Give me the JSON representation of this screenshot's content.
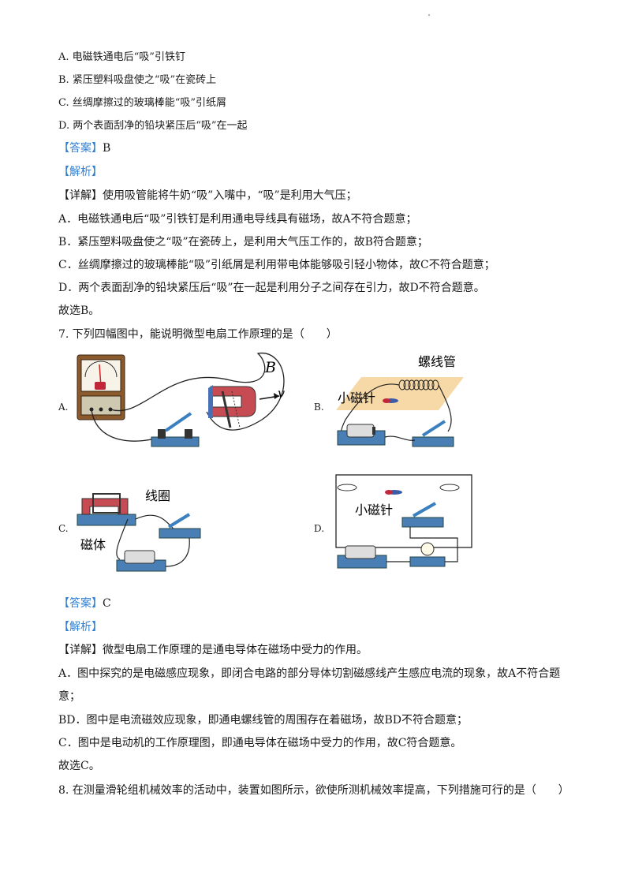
{
  "q6_options": [
    "A.  电磁铁通电后“吸”引铁钉",
    "B.  紧压塑料吸盘使之“吸”在瓷砖上",
    "C.  丝绸摩擦过的玻璃棒能“吸”引纸屑",
    "D.  两个表面刮净的铅块紧压后“吸”在一起"
  ],
  "q6_answer_tag": "【答案】",
  "q6_answer": "B",
  "q6_analysis_tag": "【解析】",
  "q6_detail_tag": "【详解】",
  "q6_detail": "使用吸管能将牛奶“吸”入嘴中，“吸”是利用大气压；",
  "q6_explain": [
    "A．电磁铁通电后“吸”引铁钉是利用通电导线具有磁场，故A不符合题意；",
    "B．紧压塑料吸盘使之“吸”在瓷砖上，是利用大气压工作的，故B符合题意；",
    "C．丝绸摩擦过的玻璃棒能“吸”引纸屑是利用带电体能够吸引轻小物体，故C不符合题意；",
    "D．两个表面刮净的铅块紧压后“吸”在一起是利用分子之间存在引力，故D不符合题意。"
  ],
  "q6_choose": "故选B。",
  "q7_stem": "7. 下列四幅图中，能说明微型电扇工作原理的是（　　）",
  "fig_labels": {
    "A": "A.",
    "B": "B.",
    "C": "C.",
    "D": "D."
  },
  "fig_text": {
    "A_B": "B",
    "A_v": "v",
    "B_solenoid": "螺线管",
    "B_needle": "小磁针",
    "C_coil": "线圈",
    "C_magnet": "磁体",
    "D_needle": "小磁针"
  },
  "q7_answer_tag": "【答案】",
  "q7_answer": "C",
  "q7_analysis_tag": "【解析】",
  "q7_detail_tag": "【详解】",
  "q7_detail": "微型电扇工作原理的是通电导体在磁场中受力的作用。",
  "q7_explain_a1": "A．图中探究的是电磁感应现象，即闭合电路的部分导体切割磁感线产生感应电流的现象，故A不符合题",
  "q7_explain_a2": "意；",
  "q7_explain_bd": "BD．图中是电流磁效应现象，即通电螺线管的周围存在着磁场，故BD不符合题意；",
  "q7_explain_c": "C．图中是电动机的工作原理图，即通电导体在磁场中受力的作用，故C符合题意。",
  "q7_choose": "故选C。",
  "q8_stem": "8. 在测量滑轮组机械效率的活动中，装置如图所示，欲使所测机械效率提高，下列措施可行的是（　　）"
}
